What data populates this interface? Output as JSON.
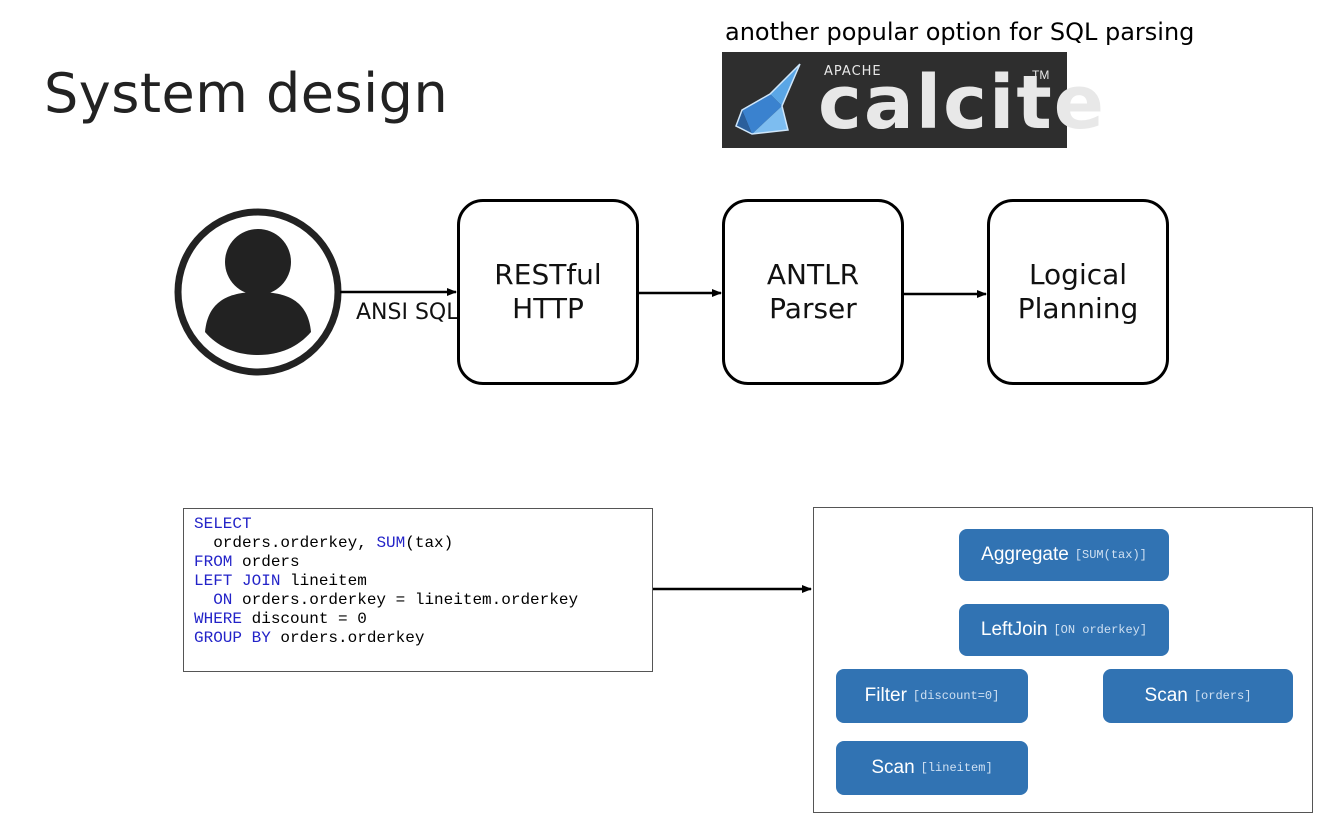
{
  "title": "System design",
  "calcite": {
    "caption": "another popular option for SQL parsing",
    "logo_apache": "APACHE",
    "logo_name": "calcite",
    "logo_tm": "TM"
  },
  "flow": {
    "edge_label": "ANSI SQL",
    "boxes": [
      {
        "label": "RESTful\nHTTP"
      },
      {
        "label": "ANTLR\nParser"
      },
      {
        "label": "Logical\nPlanning"
      }
    ]
  },
  "sql": {
    "lines": [
      {
        "kw": "SELECT",
        "rest": ""
      },
      {
        "kw": "",
        "rest": "  orders.orderkey, ",
        "kw2": "SUM",
        "rest2": "(tax)"
      },
      {
        "kw": "FROM",
        "rest": " orders"
      },
      {
        "kw": "LEFT JOIN",
        "rest": " lineitem"
      },
      {
        "kw": "  ON",
        "rest": " orders.orderkey = lineitem.orderkey"
      },
      {
        "kw": "WHERE",
        "rest": " discount = 0"
      },
      {
        "kw": "GROUP BY",
        "rest": " orders.orderkey"
      }
    ]
  },
  "plan": {
    "nodes": {
      "aggregate": {
        "name": "Aggregate",
        "arg": "[SUM(tax)]"
      },
      "leftjoin": {
        "name": "LeftJoin",
        "arg": "[ON orderkey]"
      },
      "filter": {
        "name": "Filter",
        "arg": "[discount=0]"
      },
      "scan_orders": {
        "name": "Scan",
        "arg": "[orders]"
      },
      "scan_lineitem": {
        "name": "Scan",
        "arg": "[lineitem]"
      }
    },
    "colors": {
      "node": "#3173b3",
      "edge": "#7a2a1e"
    }
  }
}
